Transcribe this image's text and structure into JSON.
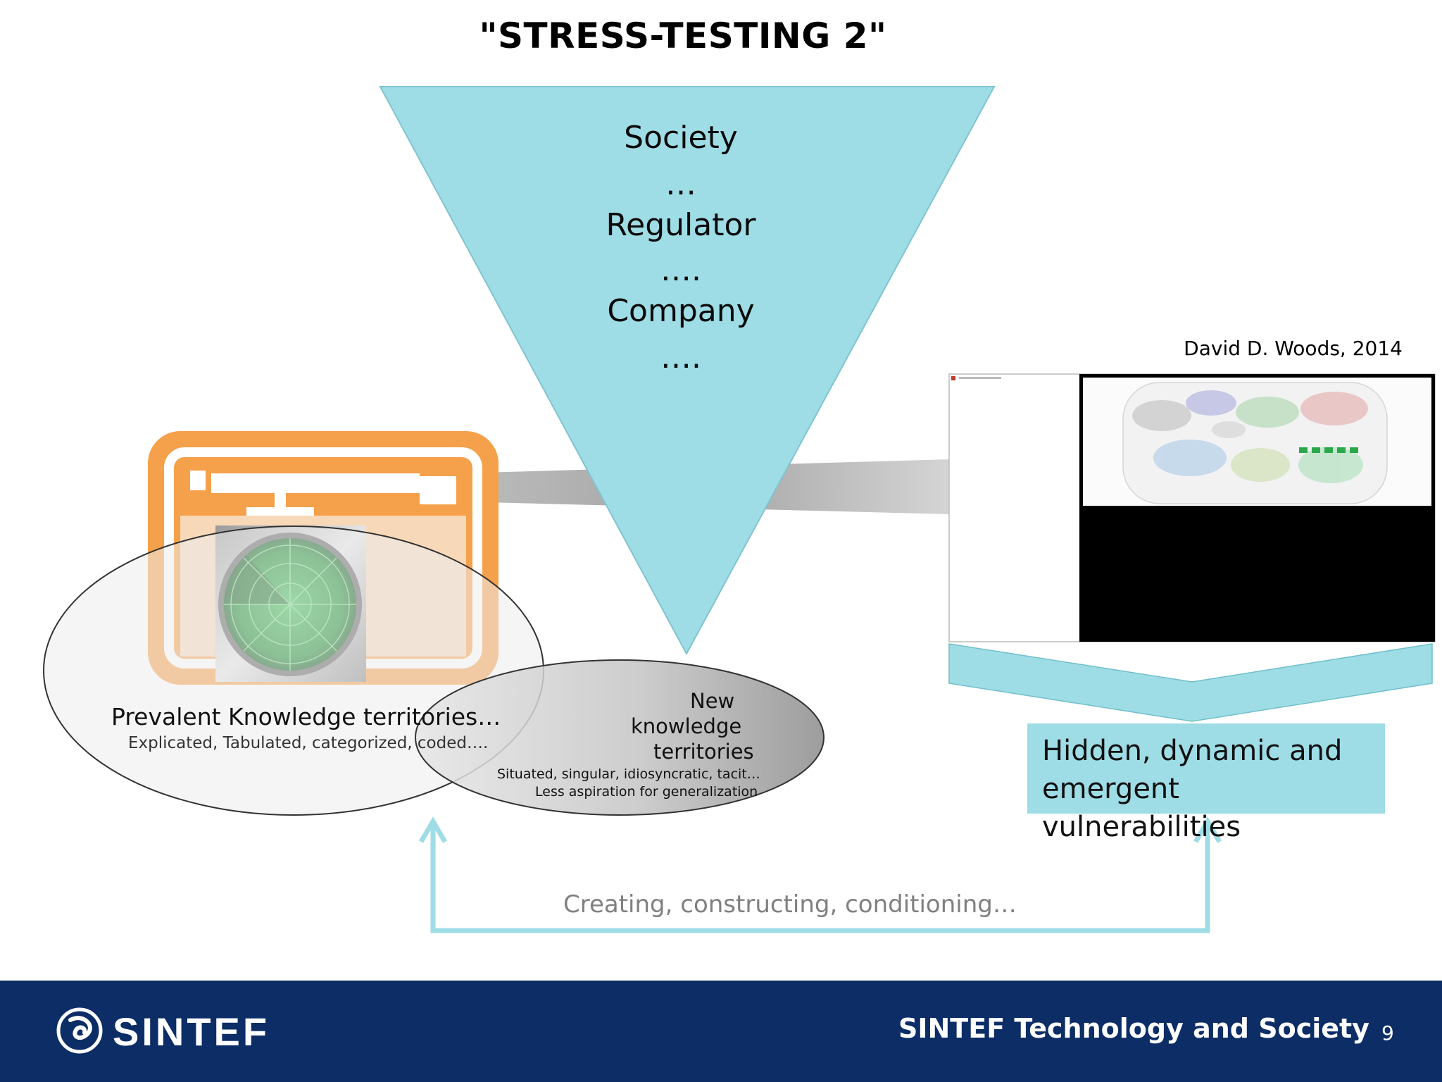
{
  "slide": {
    "title": "\"STRESS-TESTING 2\"",
    "triangle": {
      "line1": "Society",
      "line2": "…",
      "line3": "Regulator",
      "line4": "….",
      "line5": "Company",
      "line6": "…."
    },
    "citation": "David D. Woods, 2014",
    "prevalent": {
      "heading": "Prevalent Knowledge territories…",
      "subheading": "Explicated, Tabulated, categorized, coded…."
    },
    "new_territories": {
      "heading_line1": "New",
      "heading_line2": "knowledge",
      "heading_line3": "territories",
      "sub_line1": "Situated, singular,  idiosyncratic, tacit…",
      "sub_line2": "Less aspiration  for generalization"
    },
    "hidden_box": {
      "line1": "Hidden, dynamic and",
      "line2": "emergent vulnerabilities"
    },
    "bottom_caption": "Creating, constructing, conditioning…",
    "colors": {
      "accent_cyan": "#9fdde6",
      "footer_navy": "#0c2d66",
      "orange": "#f5a04a",
      "radar_green": "#1fa23a"
    }
  },
  "footer": {
    "logo": "SINTEF",
    "org": "SINTEF Technology and Society",
    "page_number": "9"
  }
}
